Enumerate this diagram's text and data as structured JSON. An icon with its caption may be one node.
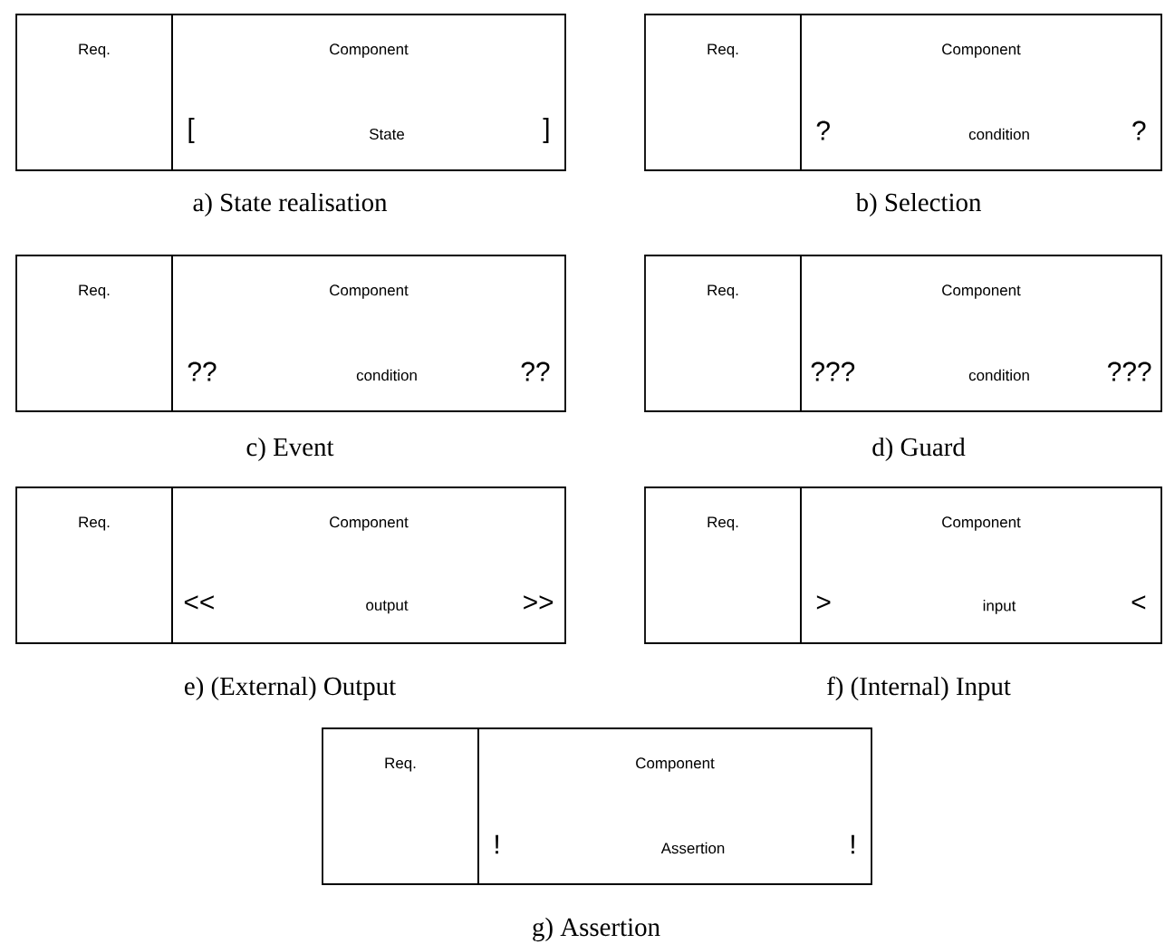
{
  "diagram": {
    "nodes": [
      {
        "text": [
          "Req."
        ]
      },
      {
        "text": [
          "Component",
          "[",
          "State",
          "]"
        ]
      },
      {
        "text": [
          "Req."
        ]
      },
      {
        "text": [
          "Component",
          "?",
          "condition",
          "?"
        ]
      },
      {
        "text": [
          "Req."
        ]
      },
      {
        "text": [
          "Component",
          "??",
          "condition",
          "??"
        ]
      },
      {
        "text": [
          "Req."
        ]
      },
      {
        "text": [
          "Component",
          "???",
          "condition",
          "???"
        ]
      },
      {
        "text": [
          "Req."
        ]
      },
      {
        "text": [
          "Component",
          "<<",
          "output",
          ">>"
        ]
      },
      {
        "text": [
          "Req."
        ]
      },
      {
        "text": [
          "Component",
          ">",
          "input",
          "<"
        ]
      },
      {
        "text": [
          "Req."
        ]
      },
      {
        "text": [
          "Component",
          "!",
          "Assertion",
          "!"
        ]
      }
    ],
    "labels": [
      "a) State realisation",
      "b) Selection",
      "c) Event",
      "d) Guard",
      "e) (External) Output",
      "f) (Internal) Input",
      "g) Assertion"
    ]
  }
}
